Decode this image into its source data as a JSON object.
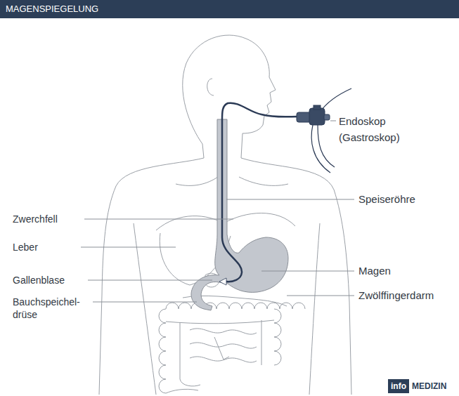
{
  "diagram": {
    "title": "MAGENSPIEGELUNG",
    "labels": [
      "Endoskop (Gastroskop)",
      "Speiseröhre",
      "Zwerchfell",
      "Leber",
      "Magen",
      "Gallenblase",
      "Zwölffingerdarm",
      "Bauchspeichel- drüse",
      "info",
      "MEDIZIN"
    ]
  }
}
